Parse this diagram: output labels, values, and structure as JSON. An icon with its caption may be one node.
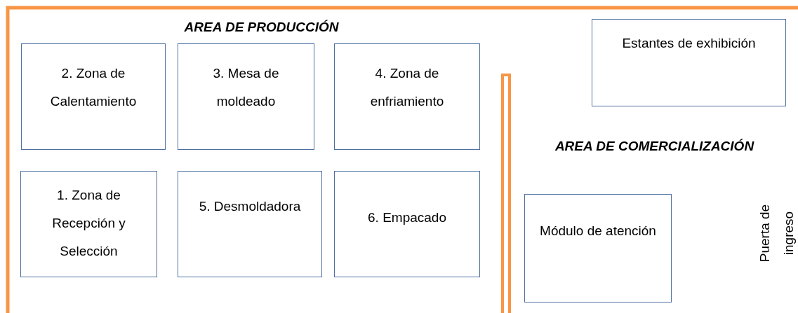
{
  "diagram": {
    "nodes": [
      {
        "text": [
          "2. Zona de Calentamiento"
        ]
      },
      {
        "text": [
          "3. Mesa de moldeado"
        ]
      },
      {
        "text": [
          "4. Zona de enfriamiento"
        ]
      },
      {
        "text": [
          "Estantes de exhibición"
        ]
      },
      {
        "text": [
          "1. Zona de Recepción y Selección"
        ]
      },
      {
        "text": [
          "5. Desmoldadora"
        ]
      },
      {
        "text": [
          "6. Empacado"
        ]
      },
      {
        "text": [
          "Módulo de atención"
        ]
      }
    ],
    "labels": [
      "AREA DE PRODUCCIÓN",
      "AREA DE COMERCIALIZACIÓN",
      "Puerta de ingreso"
    ]
  }
}
